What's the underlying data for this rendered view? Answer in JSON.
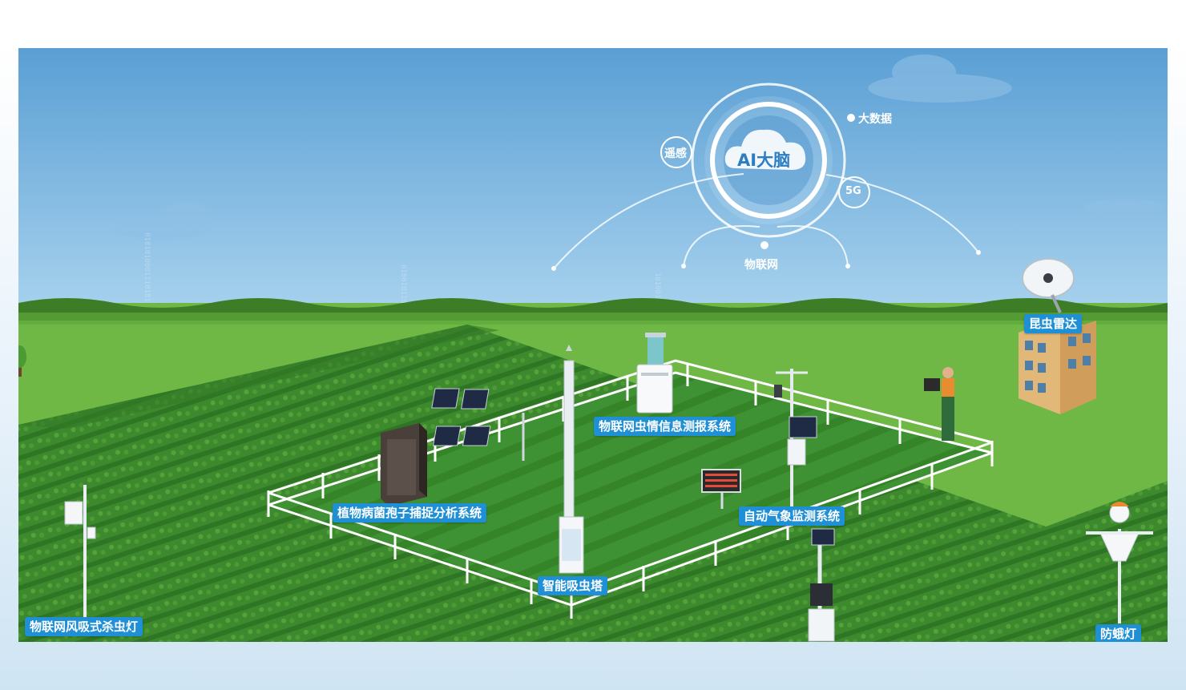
{
  "hub": {
    "center": "AI大脑",
    "nodes": {
      "remote_sensing": "遥感",
      "big_data": "大数据",
      "five_g": "5G",
      "iot": "物联网"
    }
  },
  "devices": {
    "spore": "植物病菌孢子捕捉分析系统",
    "pest_monitor": "物联网虫情信息测报系统",
    "tower": "智能吸虫塔",
    "weather": "自动气象监测系统",
    "radar": "昆虫雷达",
    "fan_lamp": "物联网风吸式杀虫灯",
    "moth_lamp": "防蛾灯"
  },
  "colors": {
    "sky_top": "#5a9fd4",
    "sky_bottom": "#a8d2ee",
    "field": "#3f8a2e",
    "grass": "#7cc24a",
    "label_bg": "#1f8fd6"
  }
}
